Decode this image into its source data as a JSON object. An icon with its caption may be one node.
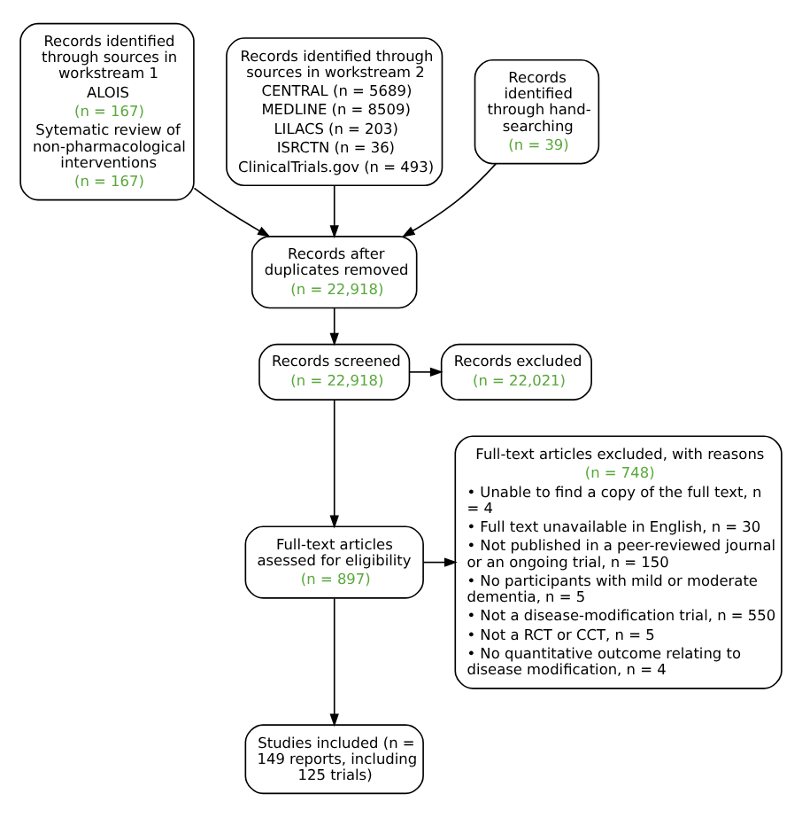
{
  "diagram": {
    "nodes": [
      {
        "text": [
          "Records identified through sources in workstream 1",
          "ALOIS",
          "(n = 167)",
          "Sytematic review of non-pharmacological interventions",
          "(n = 167)"
        ]
      },
      {
        "text": [
          "Records identified through sources in workstream 2",
          "CENTRAL (n = 5689)",
          "MEDLINE (n = 8509)",
          "LILACS (n = 203)",
          "ISRCTN (n = 36)",
          "ClinicalTrials.gov (n = 493)"
        ]
      },
      {
        "text": [
          "Records identified through hand-searching",
          "(n = 39)"
        ]
      },
      {
        "text": [
          "Records after duplicates removed",
          "(n = 22,918)"
        ]
      },
      {
        "text": [
          "Records screened",
          "(n = 22,918)"
        ]
      },
      {
        "text": [
          "Records excluded",
          "(n = 22,021)"
        ]
      },
      {
        "text": [
          "Full-text articles asessed for eligibility",
          "(n = 897)"
        ]
      },
      {
        "text": [
          "Full-text articles excluded, with reasons",
          "(n = 748)",
          "• Unable to find a copy of the full text, n = 4",
          "• Full text unavailable in English, n = 30",
          "• Not published in a peer-reviewed journal or an ongoing trial, n = 150",
          "• No participants with mild or moderate dementia, n = 5",
          "• Not a disease-modification trial, n = 550",
          "• Not a RCT or CCT, n = 5",
          "• No quantitative outcome relating to disease modification, n = 4"
        ]
      },
      {
        "text": [
          "Studies included (n = 149 reports, including 125 trials)"
        ]
      }
    ],
    "edges": [
      {
        "from": 0,
        "to": 3,
        "arrow": "to"
      },
      {
        "from": 1,
        "to": 3,
        "arrow": "to"
      },
      {
        "from": 2,
        "to": 3,
        "arrow": "to"
      },
      {
        "from": 3,
        "to": 4,
        "arrow": "to"
      },
      {
        "from": 4,
        "to": 5,
        "arrow": "to"
      },
      {
        "from": 4,
        "to": 6,
        "arrow": "to"
      },
      {
        "from": 6,
        "to": 7,
        "arrow": "to"
      },
      {
        "from": 6,
        "to": 8,
        "arrow": "to"
      }
    ]
  }
}
